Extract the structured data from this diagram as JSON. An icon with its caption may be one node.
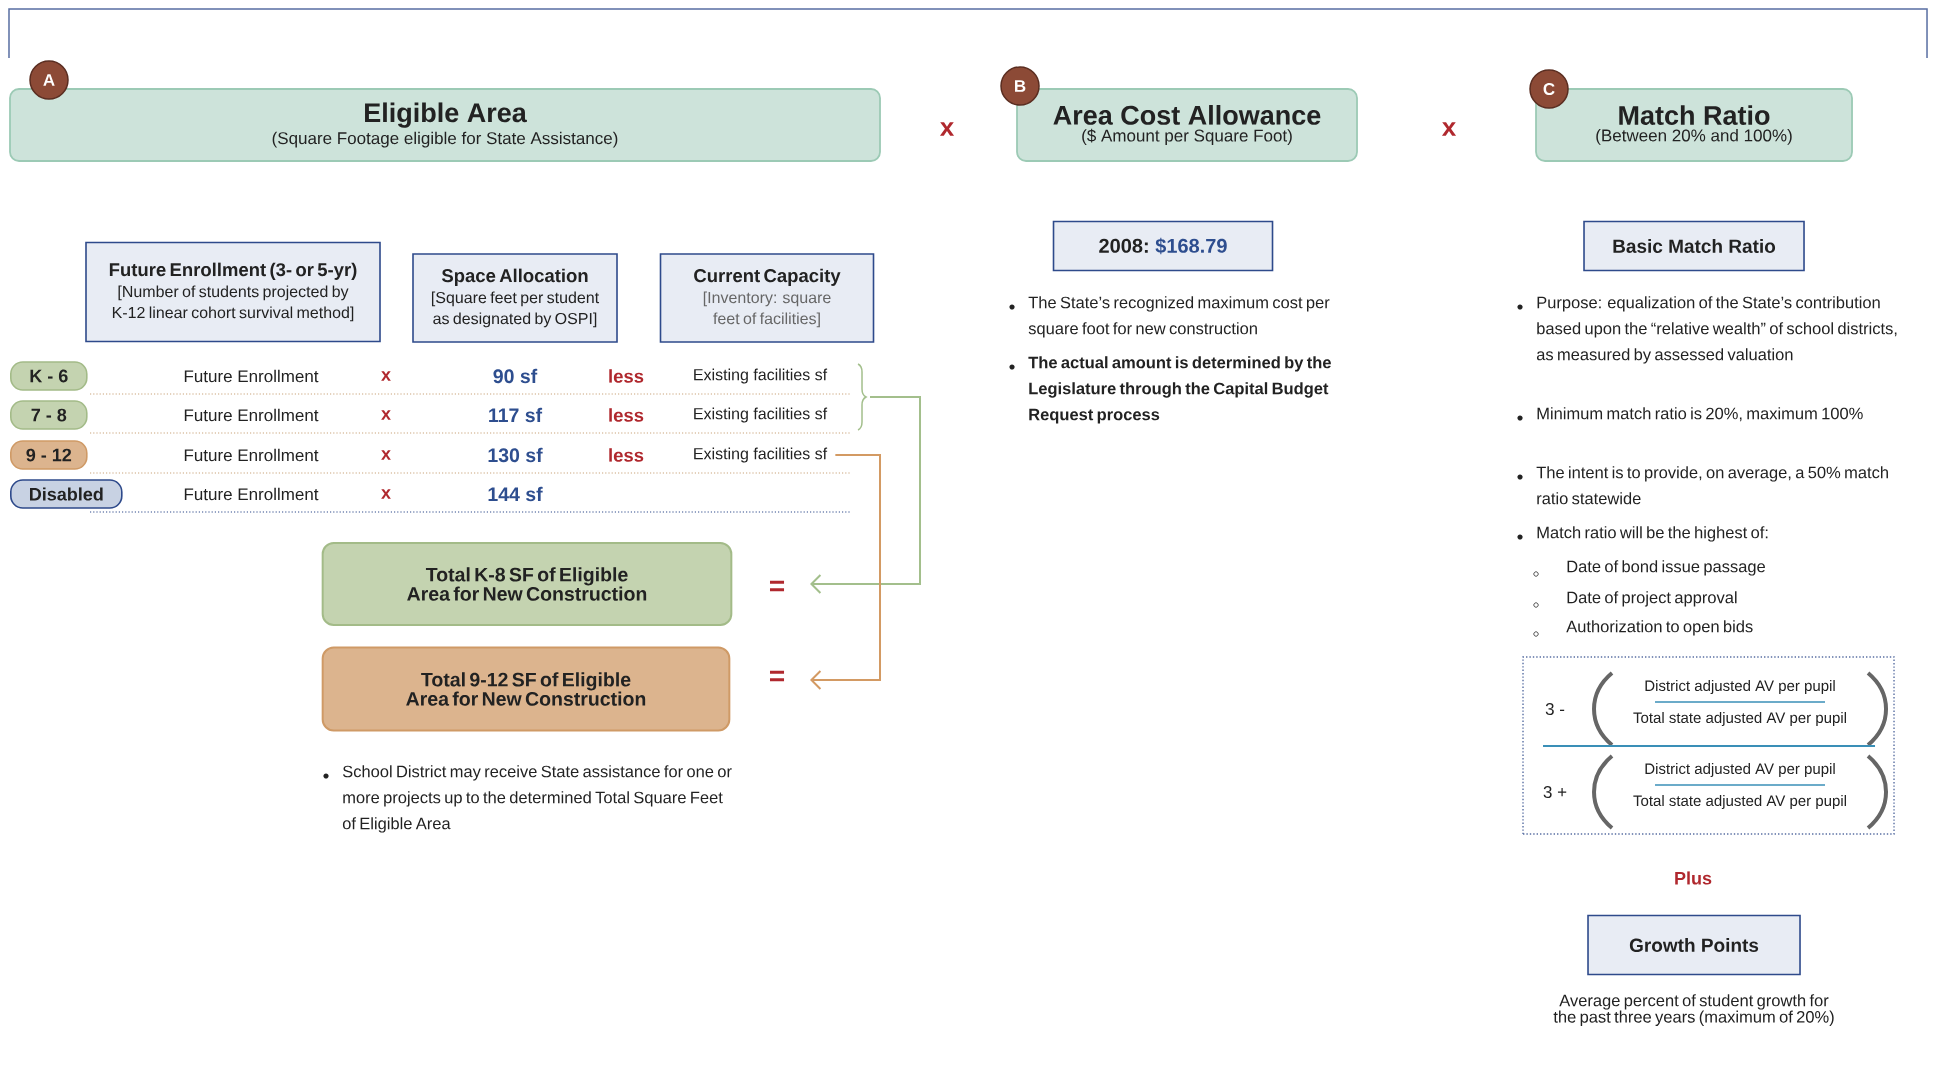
{
  "diagram": {
    "nodes": [
      {
        "text": [
          "Eligible Area",
          "(Square Footage eligible for State Assistance)"
        ],
        "beside": [
          "A"
        ]
      },
      {
        "text": [
          "Area Cost Allowance",
          "($ Amount per Square Foot)"
        ],
        "beside": [
          "B"
        ]
      },
      {
        "text": [
          "Match Ratio",
          "(Between  20% and 100%)"
        ],
        "beside": [
          "C"
        ]
      },
      {
        "text": [
          "Future Enrollment (3- or 5-yr)",
          "[Number of students projected by K-12 linear cohort survival method]"
        ]
      },
      {
        "text": [
          "Space Allocation",
          "[Square feet per student as designated by OSPI]"
        ]
      },
      {
        "text": [
          "Current Capacity",
          "[Inventory: square feet of facilities]"
        ]
      },
      {
        "text": [
          "K - 6"
        ]
      },
      {
        "text": [
          "Existing facilities sf"
        ]
      },
      {
        "text": [
          "7 - 8"
        ]
      },
      {
        "text": [
          "Existing facilities sf"
        ]
      },
      {
        "text": [
          "9 - 12"
        ]
      },
      {
        "text": [
          "Existing facilities sf"
        ]
      },
      {
        "text": [
          "Disabled"
        ]
      },
      {
        "text": [
          "Total K-8 SF of Eligible Area for New Construction"
        ]
      },
      {
        "text": [
          "Total 9-12 SF of Eligible Area for New Construction"
        ]
      },
      {
        "text": [
          "2008:",
          "$168.79"
        ]
      },
      {
        "text": [
          "Basic Match Ratio"
        ]
      },
      {
        "text": [
          "3 -",
          "District adjusted AV per pupil",
          "Total state adjusted AV per pupil",
          "3 +",
          "District adjusted AV per pupil",
          "Total state adjusted AV per pupil"
        ]
      },
      {
        "text": [
          "Growth Points"
        ]
      }
    ],
    "edges": [
      {
        "from": 7,
        "to": 13,
        "arrow": "to",
        "color": "#a3bf8c"
      },
      {
        "from": 9,
        "to": 13,
        "arrow": "to",
        "color": "#a3bf8c"
      },
      {
        "from": 11,
        "to": 14,
        "arrow": "to",
        "color": "#d39a63"
      }
    ],
    "labels": [
      "x",
      "x",
      "Future Enrollment",
      "x",
      "90 sf",
      "less",
      "Future Enrollment",
      "x",
      "117 sf",
      "less",
      "Future Enrollment",
      "x",
      "130 sf",
      "less",
      "Future Enrollment",
      "x",
      "144 sf",
      "=",
      "=",
      "School District may receive State assistance for one or more projects up to the determined Total Square Feet of Eligible Area",
      "The State’s recognized  maximum cost per square foot  for new construction",
      "The actual amount is determined by the Legislature through the Capital Budget Request process",
      "Purpose: equalization of the State’s contribution based upon the “relative wealth” of school districts, as measured by assessed valuation",
      "Minimum match ratio is 20%, maximum 100%",
      "The intent is to provide, on average, a 50% match ratio statewide",
      "Match ratio will be the highest of:",
      "Date of bond issue passage",
      "Date of project approval",
      "Authorization to open bids",
      "Plus",
      "Average percent of student growth for the past three years (maximum of 20%)"
    ]
  }
}
